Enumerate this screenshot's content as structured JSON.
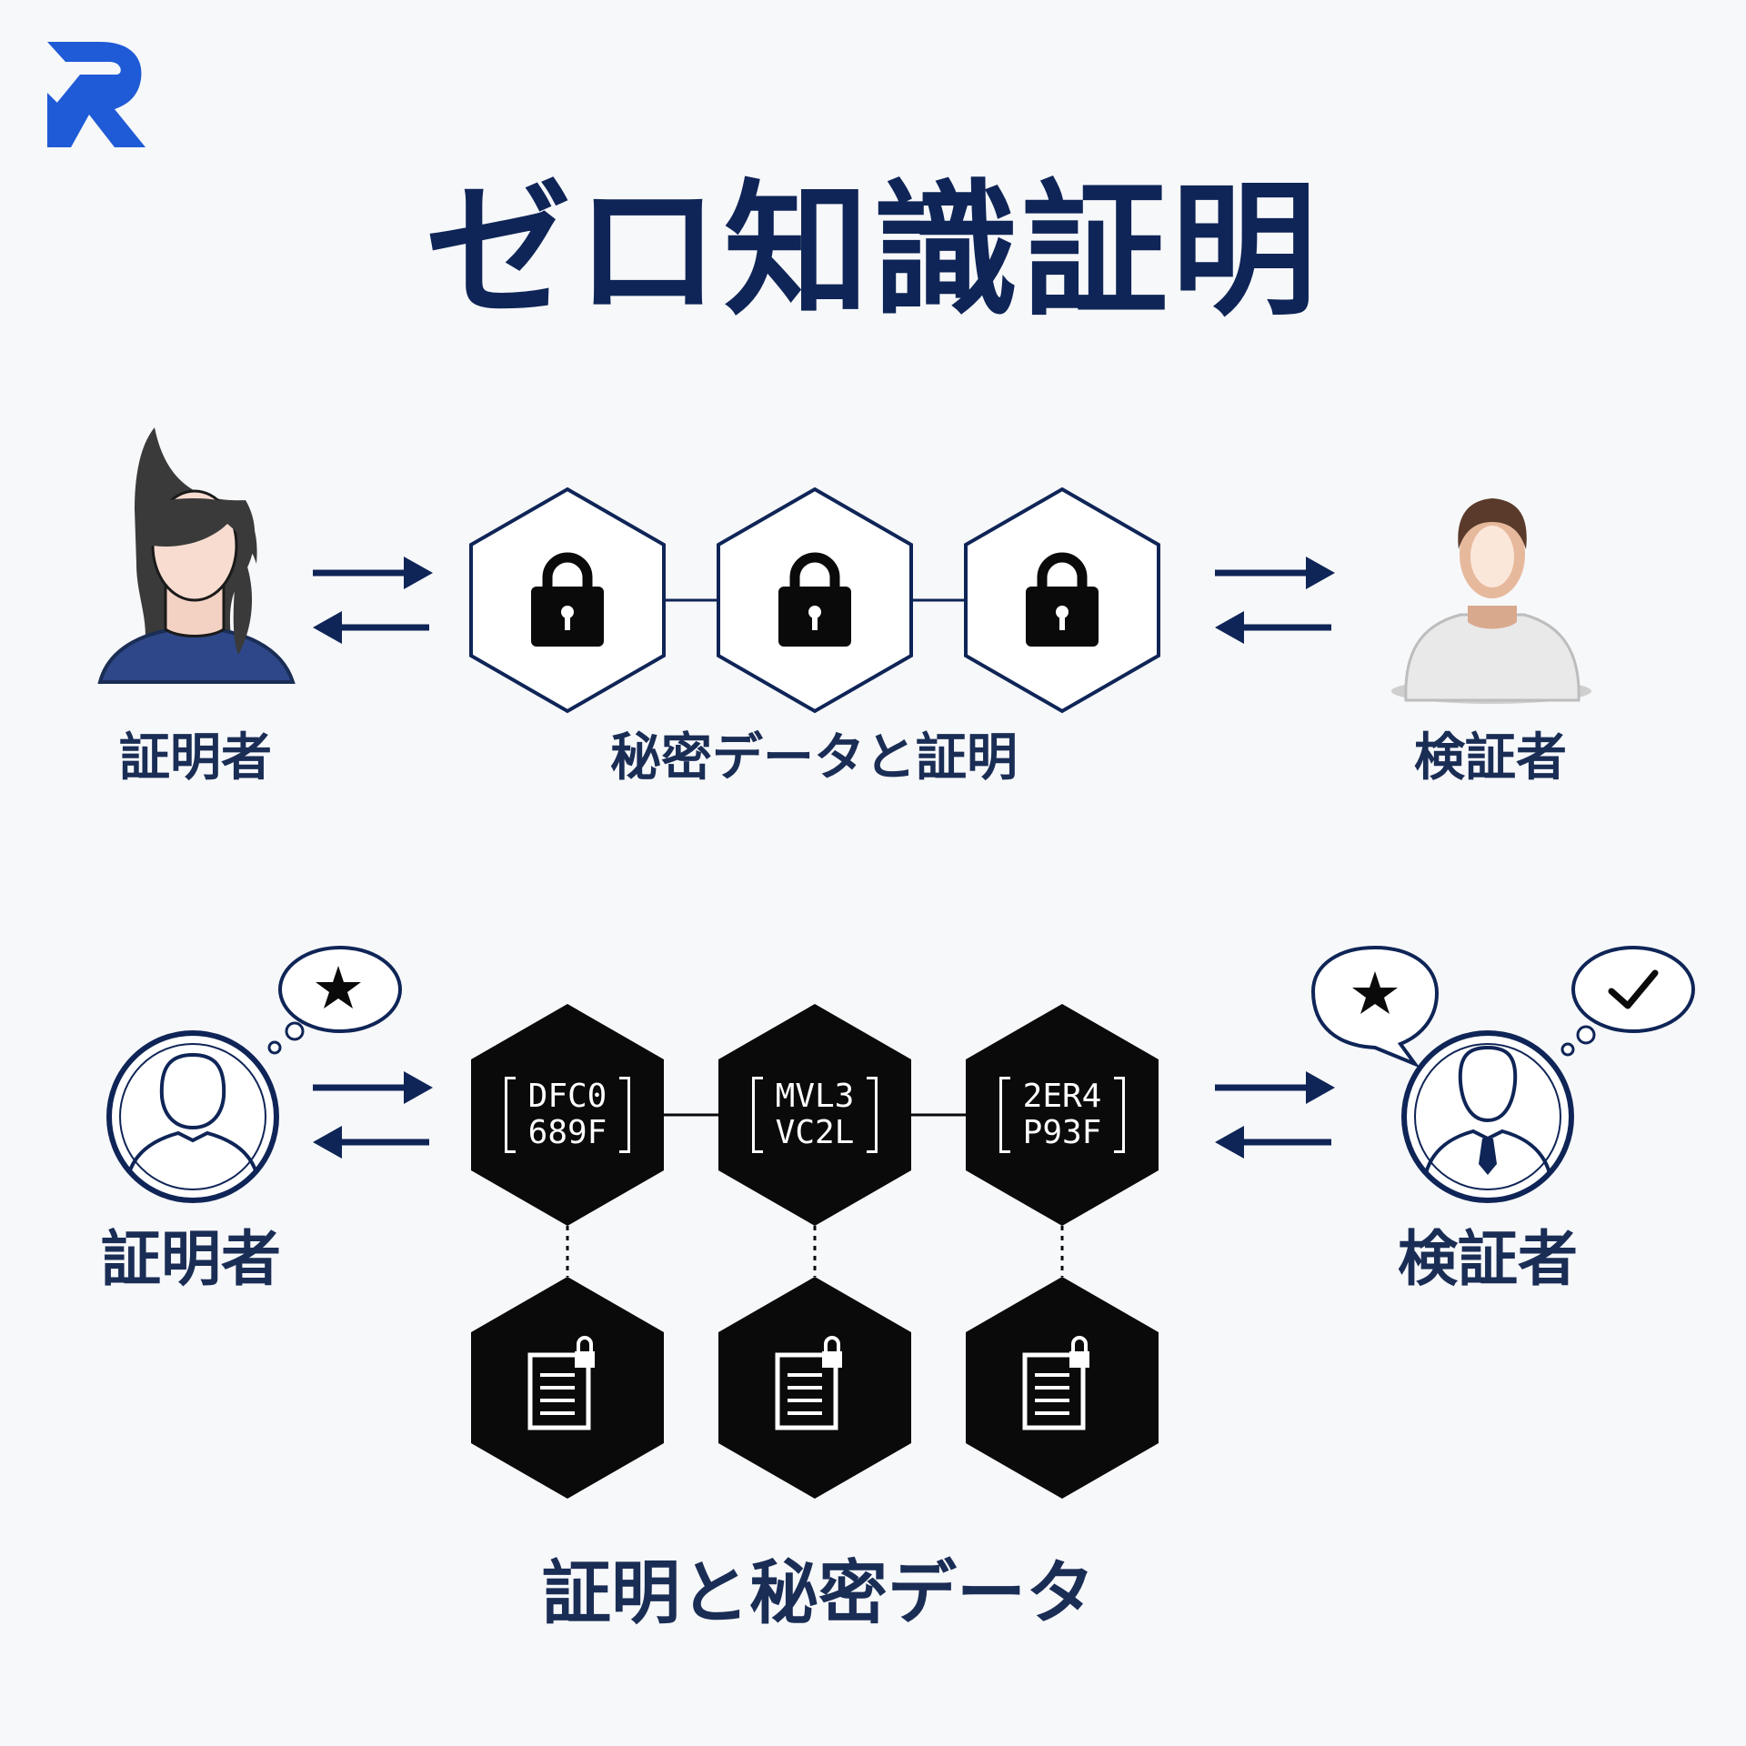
{
  "title": "ゼロ知識証明",
  "colors": {
    "navy": "#0f2557",
    "text": "#1a2d55",
    "brand_blue": "#1f5bd6",
    "black": "#0a0a0a"
  },
  "top_section": {
    "prover_label": "証明者",
    "verifier_label": "検証者",
    "caption": "秘密データと証明",
    "blocks": [
      {
        "icon": "lock-icon"
      },
      {
        "icon": "lock-icon"
      },
      {
        "icon": "lock-icon"
      }
    ]
  },
  "bottom_section": {
    "prover_label": "証明者",
    "verifier_label": "検証者",
    "caption": "証明と秘密データ",
    "codes": [
      {
        "line1": "DFC0",
        "line2": "689F"
      },
      {
        "line1": "MVL3",
        "line2": "VC2L"
      },
      {
        "line1": "2ER4",
        "line2": "P93F"
      }
    ],
    "prover_thought": "star-icon",
    "verifier_thoughts": [
      "star-icon",
      "check-icon"
    ],
    "data_blocks": [
      {
        "icon": "locked-document-icon"
      },
      {
        "icon": "locked-document-icon"
      },
      {
        "icon": "locked-document-icon"
      }
    ]
  }
}
